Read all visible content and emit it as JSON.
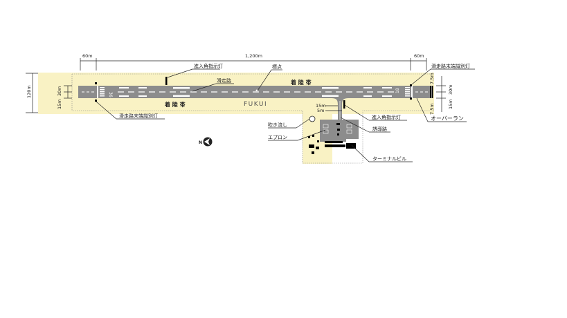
{
  "dimensions": {
    "overrun_left": "60m",
    "runway_length": "1,200m",
    "overrun_right": "60m",
    "strip_width": "120m",
    "runway_width_left": "30m",
    "offset_left": "15m",
    "taxi_15": "15m",
    "taxi_5": "5m",
    "right_75_top": "7.5m",
    "right_75_bottom": "7.5m",
    "right_30": "30m",
    "right_15": "15m"
  },
  "labels": {
    "papi_top": "進入角指示灯",
    "taxiway_end_light_top": "滑走路末端識別灯",
    "runway": "滑走路",
    "marker": "標点",
    "strip_top": "着 陸 帯",
    "strip_bottom": "着 陸 帯",
    "fukui": "FUKUI",
    "end_light_bottom": "滑走路末端識別灯",
    "papi_right": "進入角指示灯",
    "overrun": "オーバーラン",
    "windsock": "吹き流し",
    "taxiway": "誘導路",
    "apron": "エプロン",
    "terminal": "ターミナルビル",
    "runway_number_left": "36",
    "runway_number_right": "18",
    "north": "N"
  }
}
